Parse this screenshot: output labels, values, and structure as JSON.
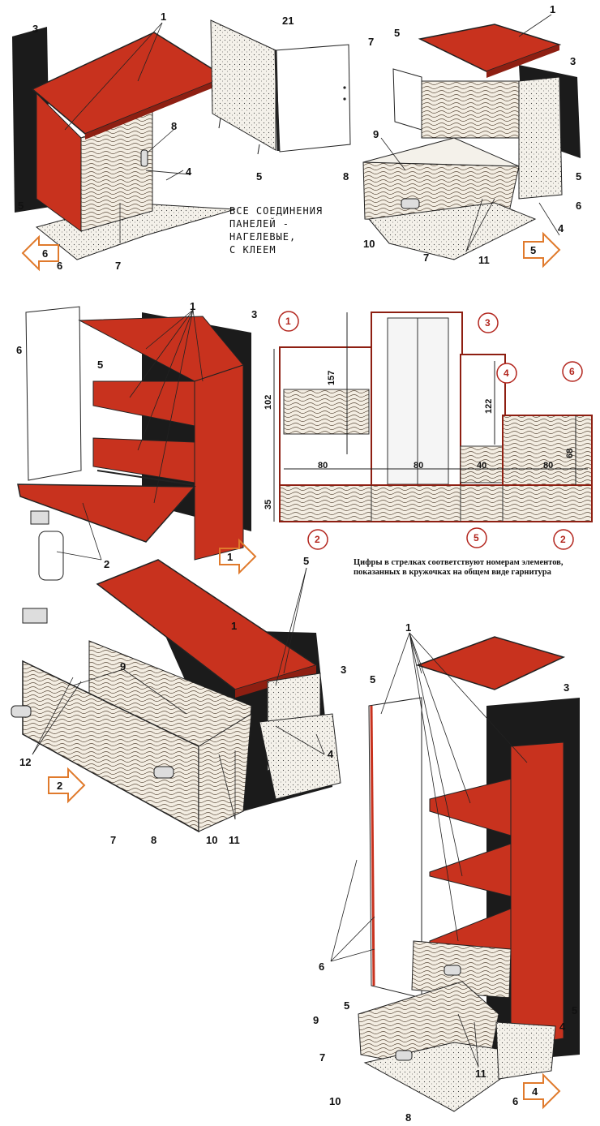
{
  "note_joints": [
    "ВСЕ СОЕДИНЕНИЯ",
    "ПАНЕЛЕЙ -",
    "НАГЕЛЕВЫЕ,",
    "С КЛЕЕМ"
  ],
  "caption": "Цифры в стрелках соответствуют номерам элементов, показанных в кружочках на общем виде гарнитура",
  "arrows": {
    "a6": "6",
    "a5": "5",
    "a1": "1",
    "a2": "2",
    "a4": "4"
  },
  "callouts": {
    "c1": "1",
    "c2": "2",
    "c3": "3",
    "c4": "4",
    "c5": "5",
    "c6": "6",
    "c7": "7",
    "c8": "8",
    "c9": "9",
    "c10": "10",
    "c11": "11",
    "c12": "12",
    "c21": "21"
  },
  "elevation": {
    "circles": [
      "1",
      "2",
      "3",
      "4",
      "5",
      "6"
    ],
    "dims": {
      "d157": "157",
      "d122": "122",
      "d80a": "80",
      "d80b": "80",
      "d40": "40",
      "d80c": "80",
      "d68": "68",
      "d35": "35",
      "d102": "102"
    }
  },
  "colors": {
    "red": "#c8321e",
    "redDark": "#8e1f12",
    "black": "#1b1b1b",
    "wood": "#efe7d8"
  }
}
